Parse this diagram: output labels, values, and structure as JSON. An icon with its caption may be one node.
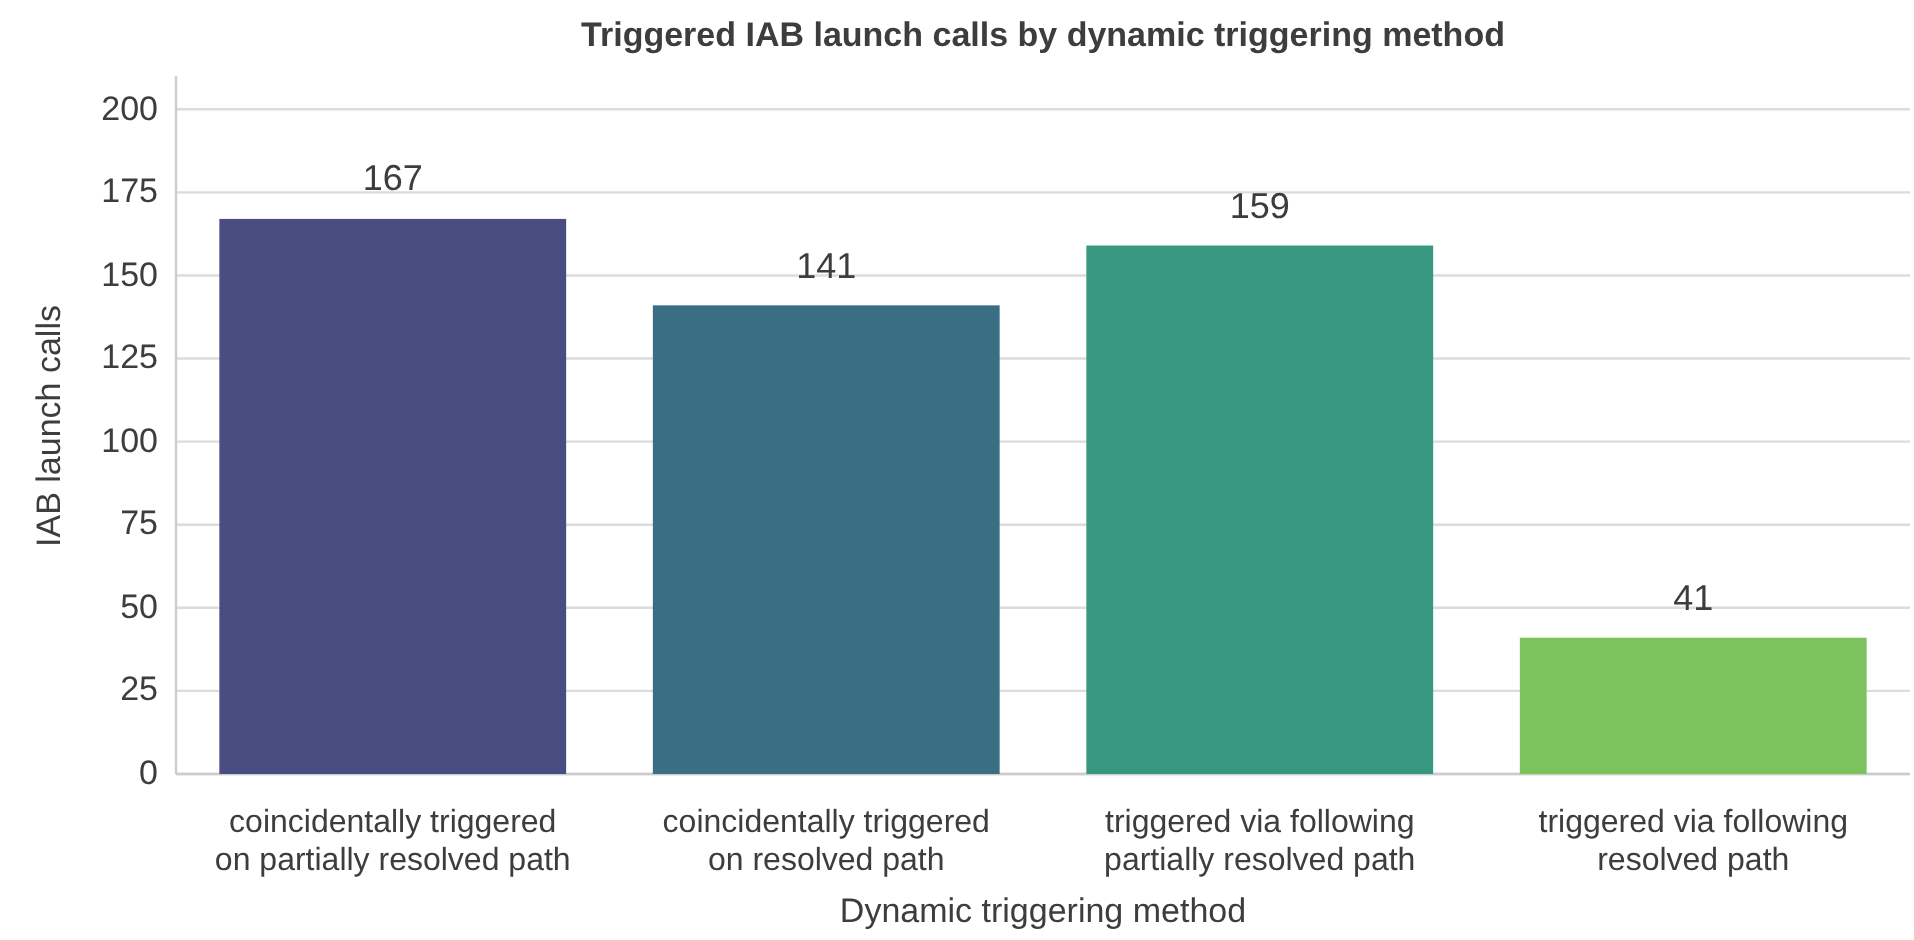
{
  "diagram": {
    "chart_data": {
      "type": "bar",
      "title": "Triggered IAB launch calls by dynamic triggering method",
      "xlabel": "Dynamic triggering method",
      "ylabel": "IAB launch calls",
      "categories": [
        "coincidentally triggered on partially resolved path",
        "coincidentally triggered on resolved path",
        "triggered via following partially resolved path",
        "triggered via following resolved path"
      ],
      "series": [
        {
          "color": "#4a4d7f",
          "values": [
            167,
            null,
            null,
            null
          ]
        },
        {
          "color": "#3a6f83",
          "values": [
            null,
            141,
            null,
            null
          ]
        },
        {
          "color": "#38987f",
          "values": [
            null,
            null,
            159,
            null
          ]
        },
        {
          "color": "#7cc25d",
          "values": [
            null,
            null,
            null,
            41
          ]
        }
      ],
      "grid": true,
      "ylim": [
        0,
        210
      ],
      "yticks": [
        0,
        25,
        50,
        75,
        100,
        125,
        150,
        175,
        200
      ],
      "data_labels": true
    }
  }
}
